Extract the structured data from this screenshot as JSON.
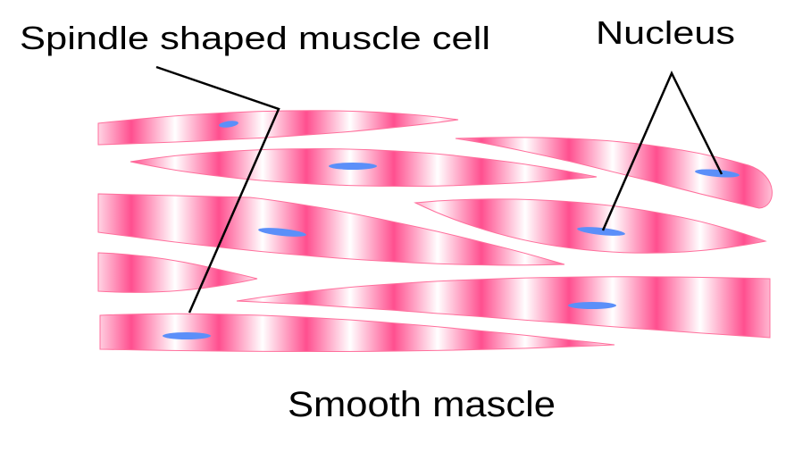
{
  "labels": {
    "cell_label": "Spindle shaped muscle cell",
    "nucleus_label": "Nucleus",
    "title": "Smooth mascle"
  },
  "colors": {
    "stripe_pink": "#ff4f8f",
    "stripe_white": "#ffffff",
    "cell_outline": "#ff6f9c",
    "nucleus": "#5b8ff9",
    "pointer": "#000000"
  }
}
